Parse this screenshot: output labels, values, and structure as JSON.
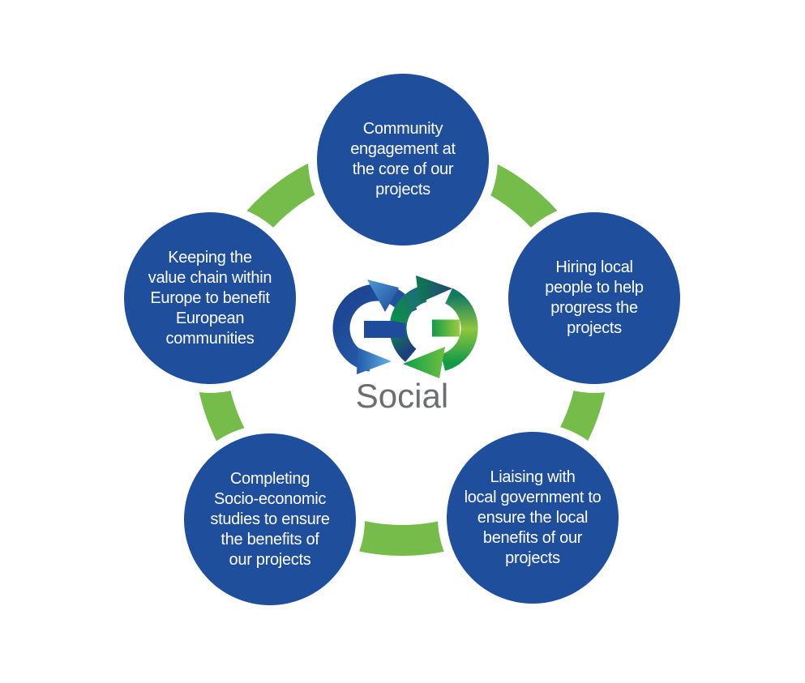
{
  "diagram": {
    "center": {
      "label": "Social",
      "logo": "interlocked-double-g-recycle-arrows"
    },
    "colors": {
      "node_blue": "#1e4e9c",
      "ring_green": "#75bc4a",
      "center_text_gray": "#6d6e71",
      "node_text_white": "#ffffff",
      "logo_blue_dark": "#1b4290",
      "logo_blue_light": "#63b1e8",
      "logo_green": "#129a49",
      "logo_lime": "#9bcb3d",
      "logo_navy": "#24457d"
    },
    "nodes": [
      {
        "id": "community-engagement",
        "position": "top",
        "lines": [
          "Community",
          "engagement at",
          "the core of our",
          "projects"
        ]
      },
      {
        "id": "hiring-local-people",
        "position": "right",
        "lines": [
          "Hiring local",
          "people to help",
          "progress the",
          "projects"
        ]
      },
      {
        "id": "liaising-local-government",
        "position": "bottom-right",
        "lines": [
          "Liaising with",
          "local government to",
          "ensure the local",
          "benefits of our",
          "projects"
        ]
      },
      {
        "id": "socio-economic-studies",
        "position": "bottom-left",
        "lines": [
          "Completing",
          "Socio-economic",
          "studies to ensure",
          "the benefits of",
          "our projects"
        ]
      },
      {
        "id": "value-chain-europe",
        "position": "left",
        "lines": [
          "Keeping the",
          "value chain within",
          "Europe to benefit",
          "European",
          "communities"
        ]
      }
    ]
  }
}
